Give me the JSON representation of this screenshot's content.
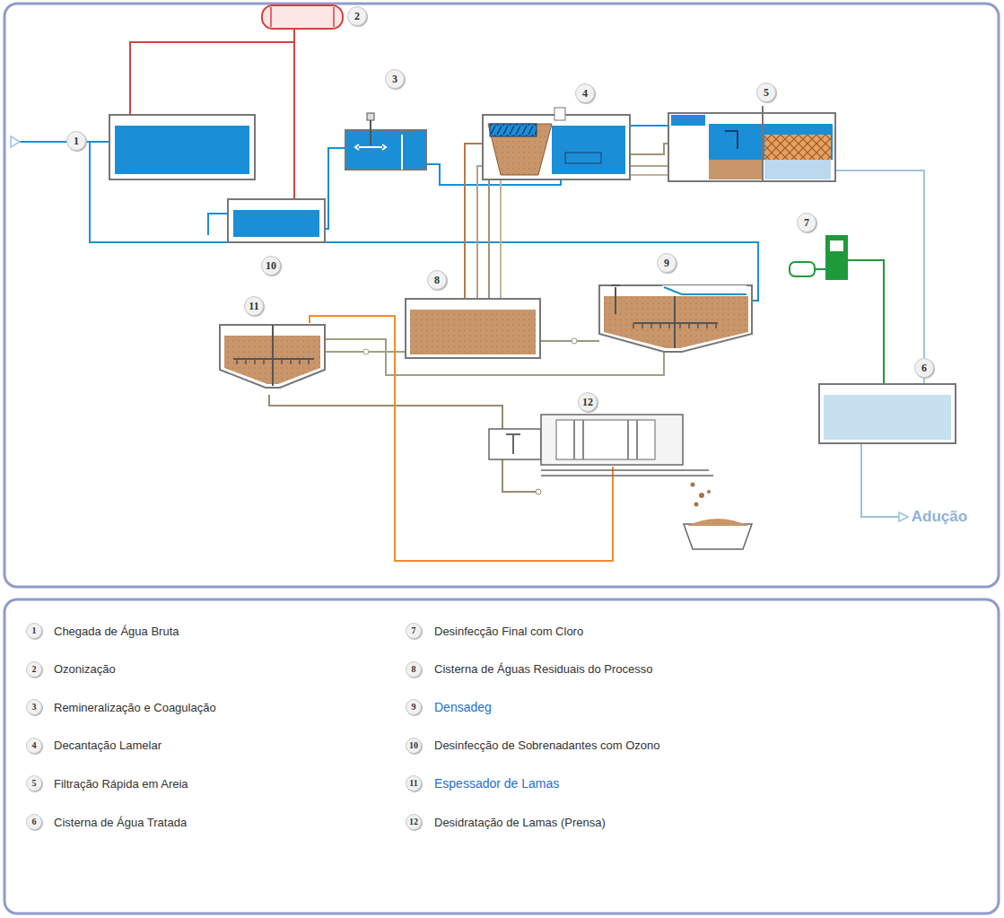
{
  "diagram": {
    "labels": [
      "2",
      "1",
      "3",
      "4",
      "5",
      "7",
      "10",
      "11",
      "8",
      "9",
      "6",
      "12",
      "Adução",
      "1",
      "2",
      "3",
      "4",
      "5",
      "6",
      "7",
      "8",
      "9",
      "10",
      "11",
      "12"
    ],
    "legend": [
      {
        "text": "Chegada de Água Bruta"
      },
      {
        "text": "Ozonização"
      },
      {
        "text": "Remineralização e Coagulação"
      },
      {
        "text": "Decantação Lamelar"
      },
      {
        "text": "Filtração Rápida em Areia"
      },
      {
        "text": "Cisterna de Água Tratada"
      },
      {
        "text": "Desinfecção Final com Cloro"
      },
      {
        "text": "Cisterna de Águas Residuais do Processo"
      },
      {
        "text": "Densadeg"
      },
      {
        "text": "Desinfecção de Sobrenadantes com Ozono"
      },
      {
        "text": "Espessador de Lamas"
      },
      {
        "text": "Desidratação de Lamas (Prensa)"
      }
    ]
  }
}
